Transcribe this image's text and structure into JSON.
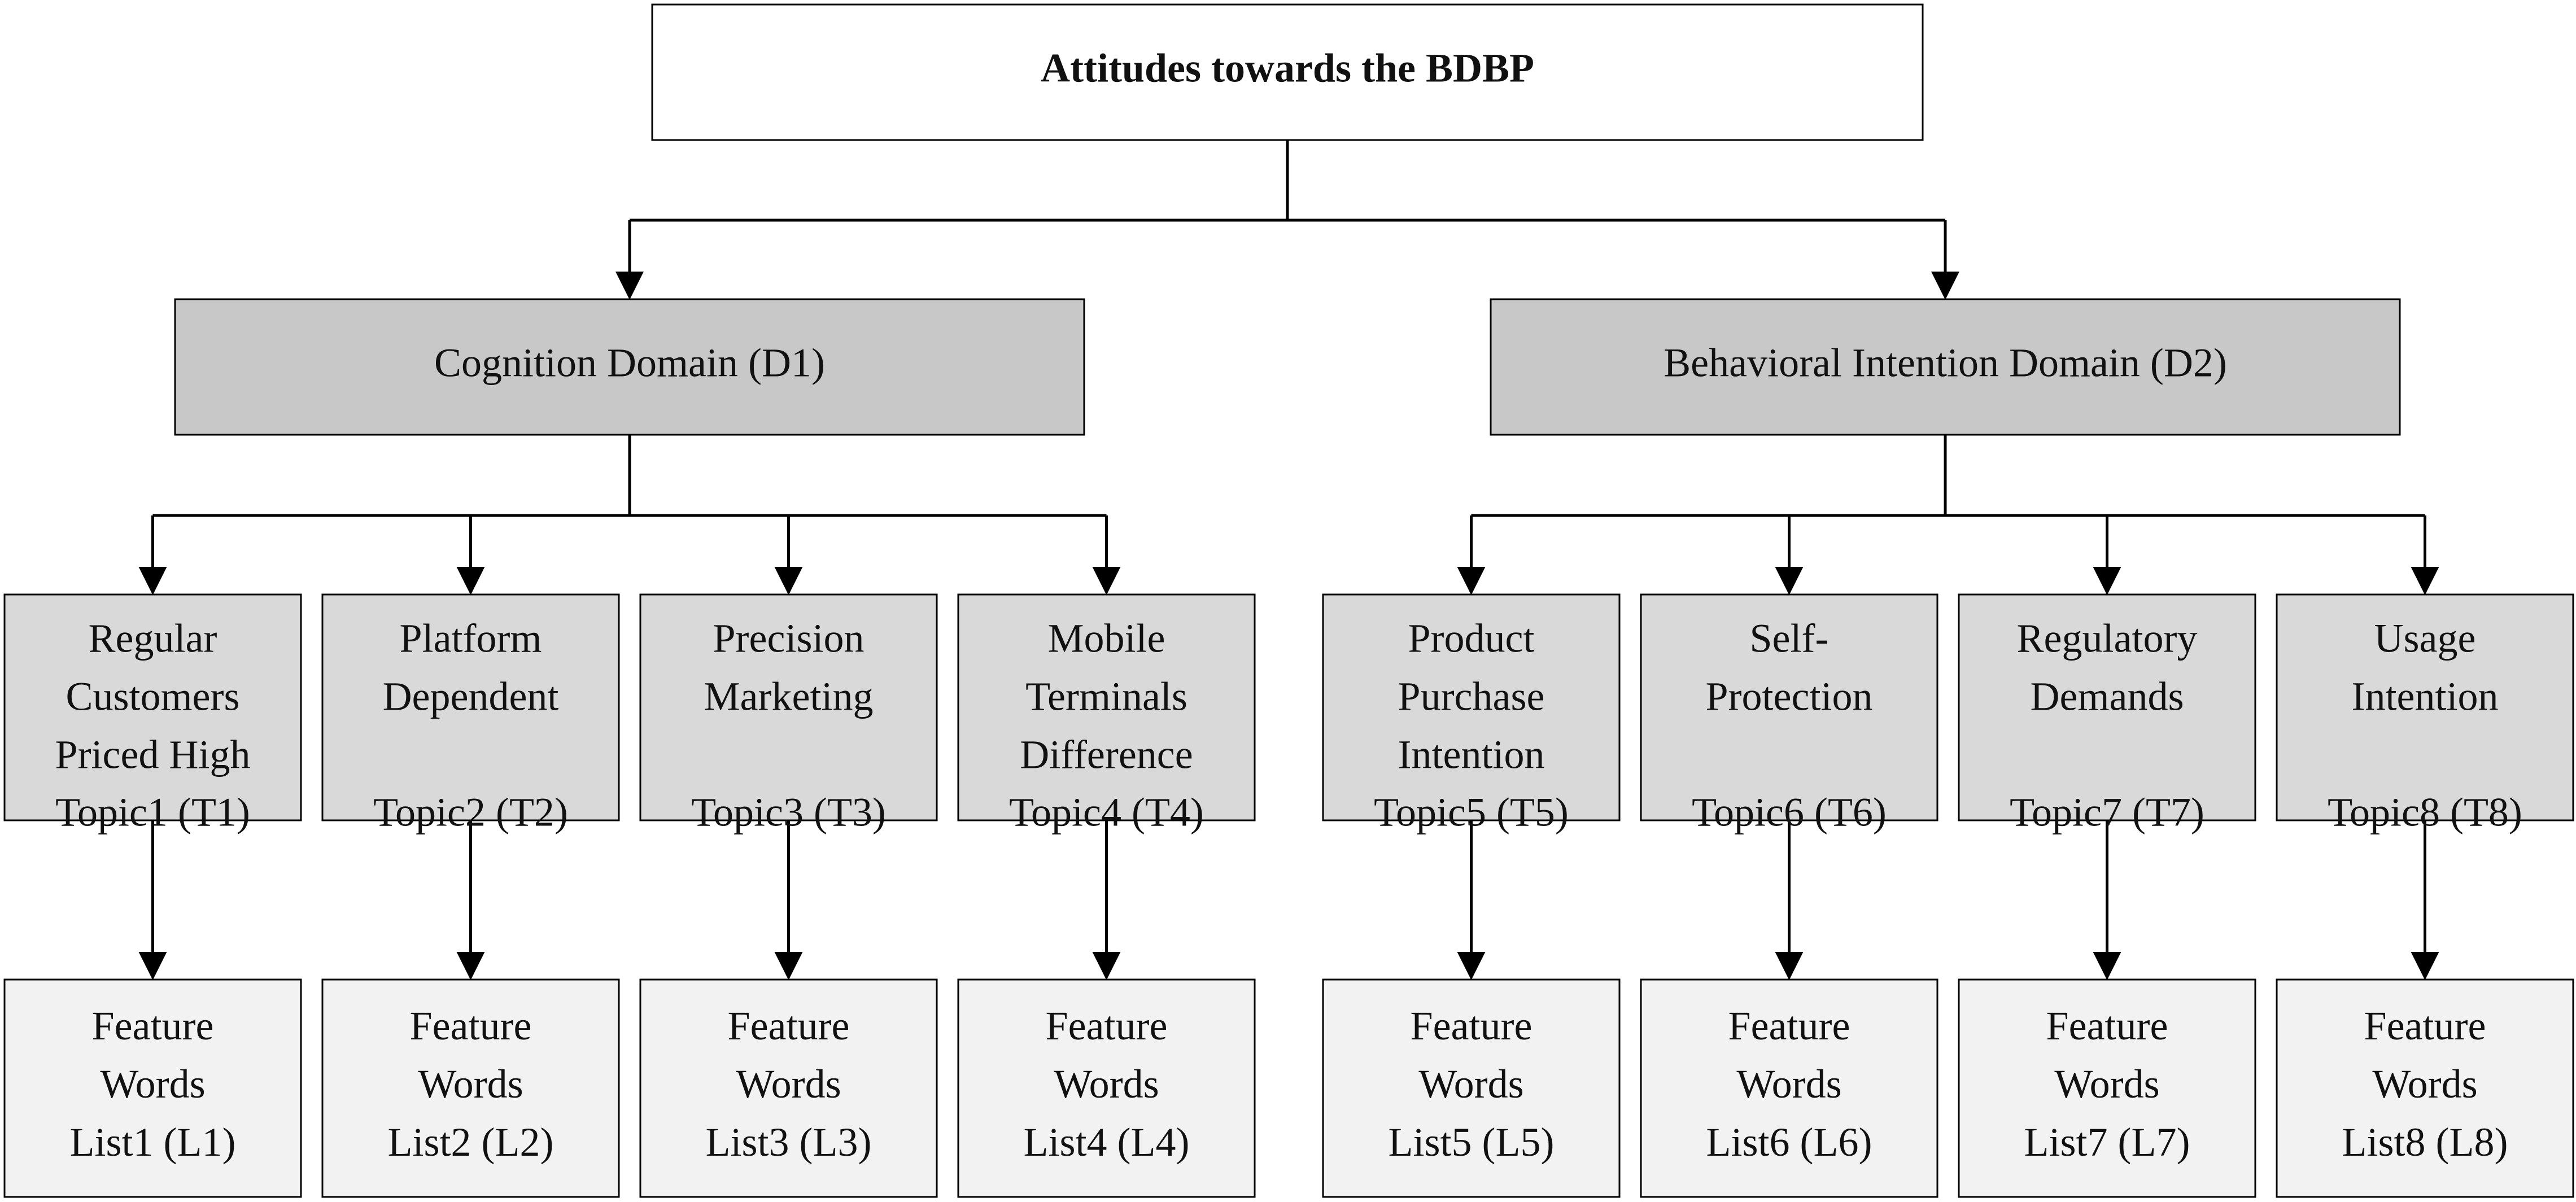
{
  "colors": {
    "root_fill": "#ffffff",
    "domain_fill": "#c8c8c8",
    "topic_fill": "#d9d9d9",
    "list_fill": "#f2f2f2",
    "stroke": "#000000"
  },
  "root": {
    "label": "Attitudes towards the BDBP"
  },
  "domains": [
    {
      "label": "Cognition Domain (D1)",
      "topics": [
        {
          "lines": [
            "Regular",
            "Customers",
            "Priced High"
          ],
          "code": "Topic1 (T1)",
          "list": [
            "Feature",
            "Words",
            "List1 (L1)"
          ]
        },
        {
          "lines": [
            "Platform",
            "Dependent"
          ],
          "code": "Topic2 (T2)",
          "list": [
            "Feature",
            "Words",
            "List2 (L2)"
          ]
        },
        {
          "lines": [
            "Precision",
            "Marketing"
          ],
          "code": "Topic3 (T3)",
          "list": [
            "Feature",
            "Words",
            "List3 (L3)"
          ]
        },
        {
          "lines": [
            "Mobile",
            "Terminals",
            "Difference"
          ],
          "code": "Topic4 (T4)",
          "list": [
            "Feature",
            "Words",
            "List4 (L4)"
          ]
        }
      ]
    },
    {
      "label": "Behavioral Intention Domain (D2)",
      "topics": [
        {
          "lines": [
            "Product",
            "Purchase",
            "Intention"
          ],
          "code": "Topic5 (T5)",
          "list": [
            "Feature",
            "Words",
            "List5 (L5)"
          ]
        },
        {
          "lines": [
            "Self-",
            "Protection"
          ],
          "code": "Topic6 (T6)",
          "list": [
            "Feature",
            "Words",
            "List6 (L6)"
          ]
        },
        {
          "lines": [
            "Regulatory",
            "Demands"
          ],
          "code": "Topic7 (T7)",
          "list": [
            "Feature",
            "Words",
            "List7 (L7)"
          ]
        },
        {
          "lines": [
            "Usage",
            "Intention"
          ],
          "code": "Topic8 (T8)",
          "list": [
            "Feature",
            "Words",
            "List8 (L8)"
          ]
        }
      ]
    }
  ]
}
